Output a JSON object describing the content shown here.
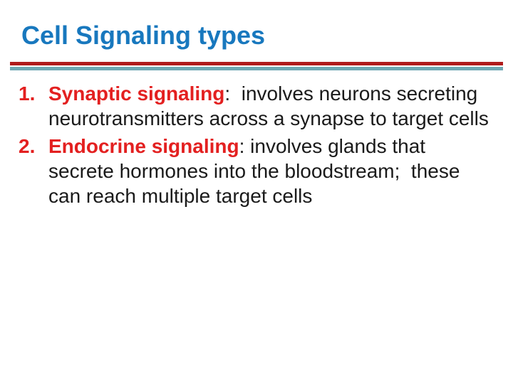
{
  "slide": {
    "title": "Cell Signaling types",
    "colors": {
      "background": "#FFFFFF",
      "title_blue": "#1878BE",
      "rule_red": "#B01C1C",
      "rule_teal": "#6FA9B4",
      "accent_red": "#E32020",
      "body_text": "#1A1A1A"
    },
    "list": {
      "items": [
        {
          "number": "1.",
          "term": "Synaptic signaling",
          "line1_rest": ":  involves neurons secreting",
          "line2": "neurotransmitters across a synapse to target cells"
        },
        {
          "number": "2.",
          "term": "Endocrine signaling",
          "line1_rest": ": involves glands that",
          "line2": "secrete hormones into the bloodstream;  these",
          "line3": "can reach multiple target cells"
        }
      ]
    }
  }
}
